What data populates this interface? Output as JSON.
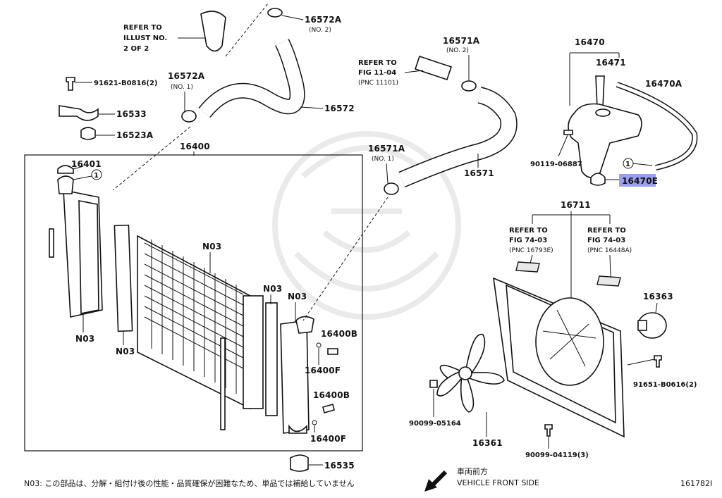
{
  "diagram": {
    "refer_illust": [
      "REFER TO",
      "ILLUST NO.",
      "2 OF 2"
    ],
    "refer_fig_11": [
      "REFER TO",
      "FIG 11-04",
      "(PNC 11101)"
    ],
    "refer_fig_74a": [
      "REFER TO",
      "FIG 74-03",
      "(PNC 16793E)"
    ],
    "refer_fig_74b": [
      "REFER TO",
      "FIG 74-03",
      "(PNC 16448A)"
    ],
    "parts": {
      "p16572A_top": "16572A",
      "p16572A_top_note": "(NO. 2)",
      "p16572A_left": "16572A",
      "p16572A_left_note": "(NO. 1)",
      "p91621": "91621-B0816(2)",
      "p16533": "16533",
      "p16523A": "16523A",
      "p16572": "16572",
      "p16400": "16400",
      "p16401": "16401",
      "p16571A_top": "16571A",
      "p16571A_top_note": "(NO. 2)",
      "p16571A_left": "16571A",
      "p16571A_left_note": "(NO. 1)",
      "p16571": "16571",
      "p16470": "16470",
      "p16471": "16471",
      "p16470A": "16470A",
      "p90119": "90119-06887",
      "p16470E": "16470E",
      "p16711": "16711",
      "p16363": "16363",
      "p91651": "91651-B0616(2)",
      "p90099_05164": "90099-05164",
      "p16361": "16361",
      "p90099_04119": "90099-04119(3)",
      "p16400B_a": "16400B",
      "p16400F_a": "16400F",
      "p16400B_b": "16400B",
      "p16400F_b": "16400F",
      "p16535": "16535",
      "n03": "N03",
      "callout": "1"
    },
    "footer_note": "N03: この部品は、分解・組付け後の性能・品質確保が困難なため、単品では補給していません",
    "direction_jp": "車両前方",
    "direction_en": "VEHICLE FRONT SIDE",
    "figure_id": "161782I"
  },
  "colors": {
    "highlight": "#9aa0ee",
    "line": "#111111"
  }
}
